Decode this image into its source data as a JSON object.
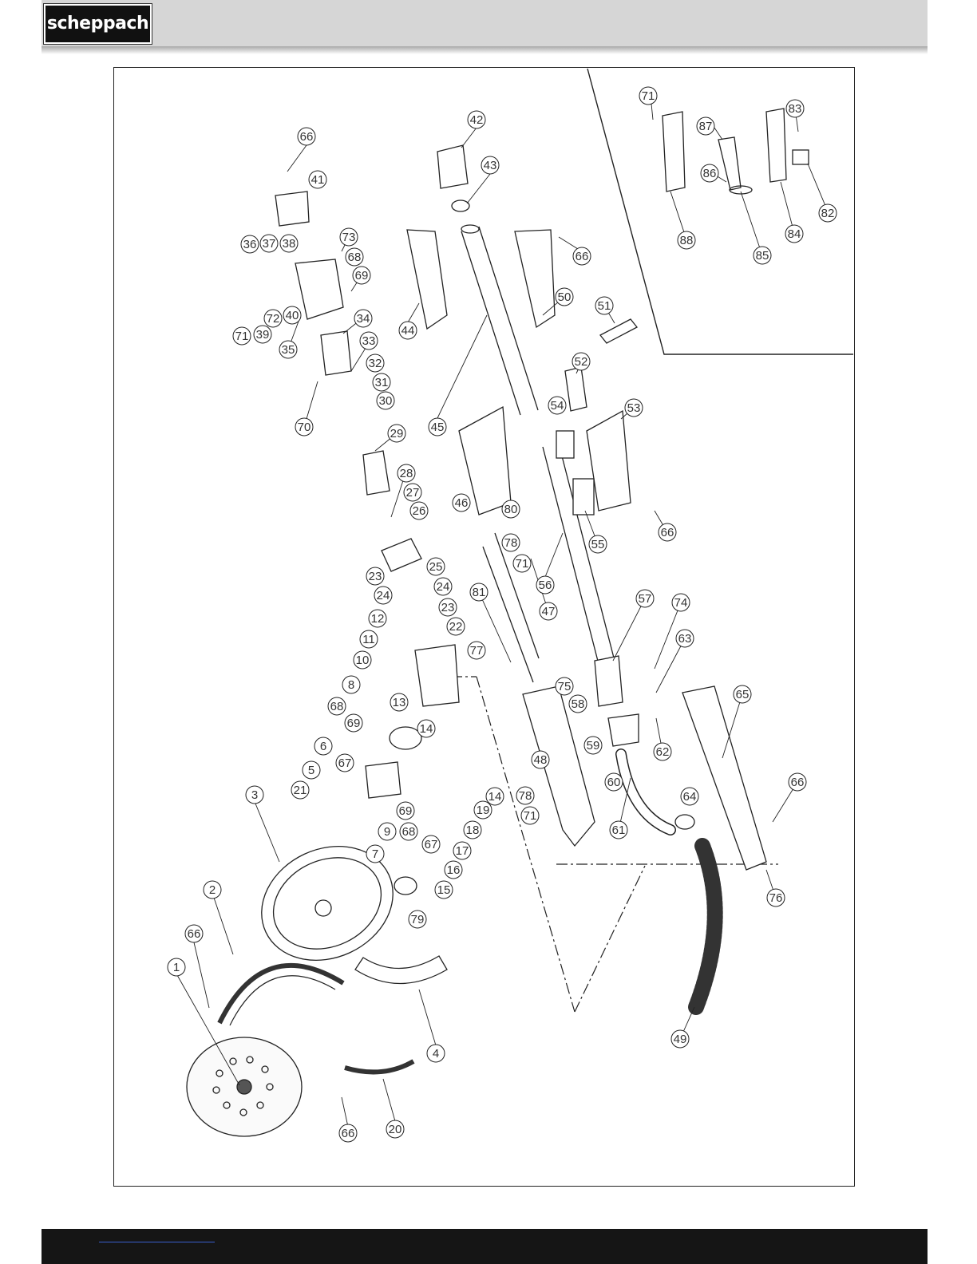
{
  "header": {
    "brand": "scheppach"
  },
  "diagram": {
    "part_numbers": [
      "1",
      "2",
      "3",
      "4",
      "5",
      "6",
      "7",
      "8",
      "9",
      "10",
      "11",
      "12",
      "13",
      "14",
      "15",
      "16",
      "17",
      "18",
      "19",
      "20",
      "21",
      "22",
      "23",
      "24",
      "25",
      "26",
      "27",
      "28",
      "29",
      "30",
      "31",
      "32",
      "33",
      "34",
      "35",
      "36",
      "37",
      "38",
      "39",
      "40",
      "41",
      "42",
      "43",
      "44",
      "45",
      "46",
      "47",
      "48",
      "49",
      "50",
      "51",
      "52",
      "53",
      "54",
      "55",
      "56",
      "57",
      "58",
      "59",
      "60",
      "61",
      "62",
      "63",
      "64",
      "65",
      "66",
      "67",
      "68",
      "69",
      "70",
      "71",
      "72",
      "73",
      "74",
      "75",
      "76",
      "77",
      "78",
      "79",
      "80",
      "81",
      "82",
      "83",
      "84",
      "85",
      "86",
      "87",
      "88"
    ]
  }
}
